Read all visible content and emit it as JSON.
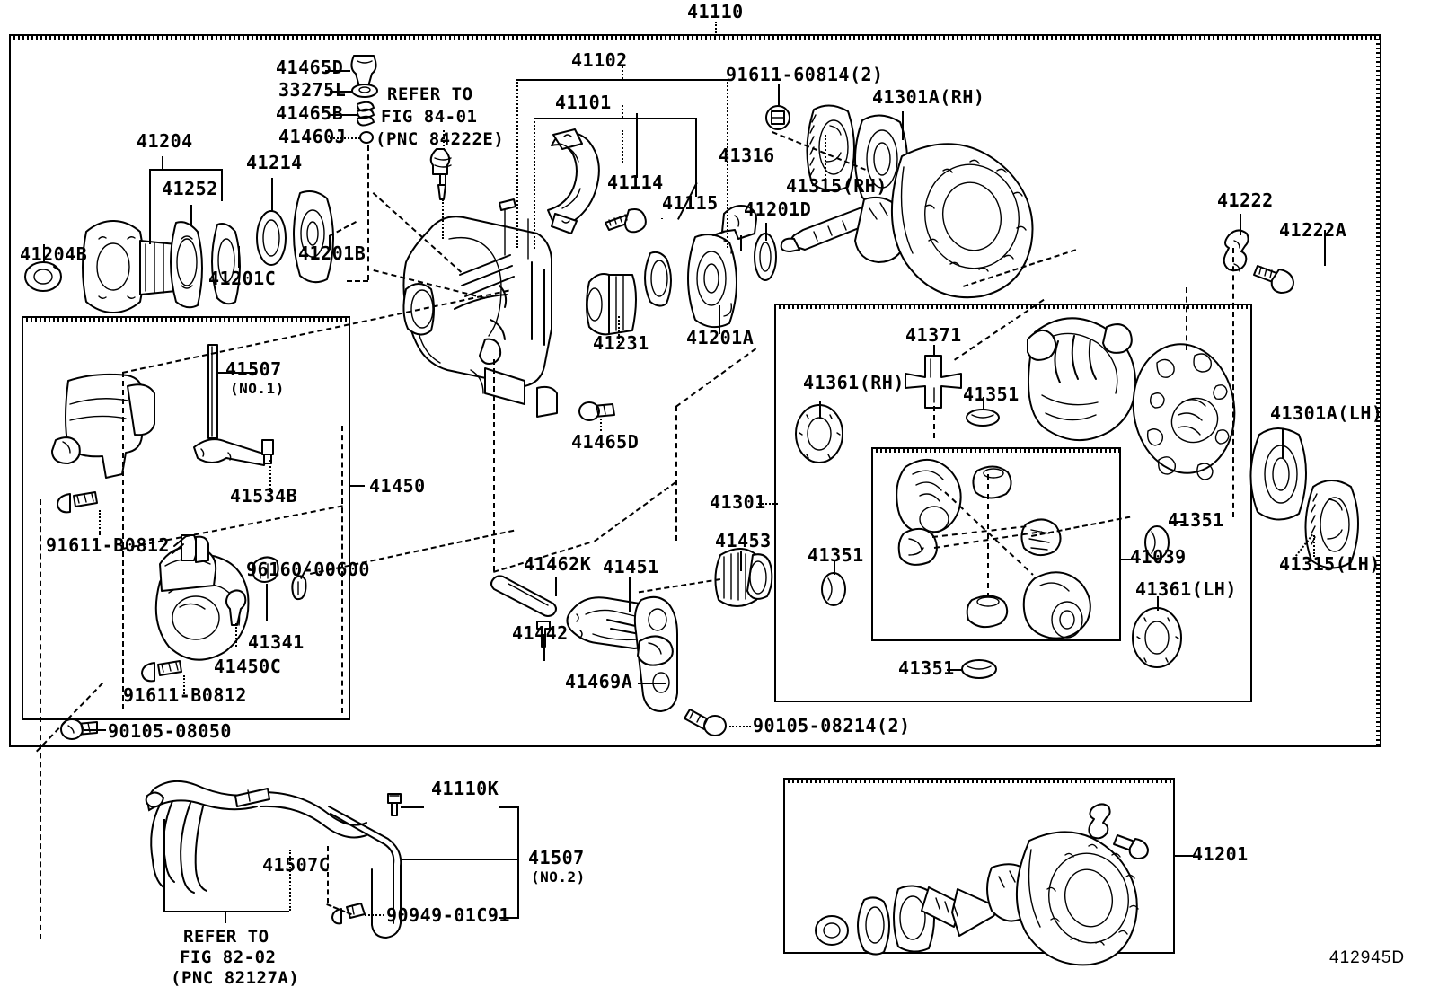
{
  "diagram": {
    "title": "41110",
    "drawing_code": "412945D",
    "type": "Toyota parts catalog exploded view — rear differential / axle housing"
  },
  "labels": {
    "top_assembly": "41110",
    "carrier_group": "41102",
    "bearing_cap": "41101",
    "cap_41114": "41114",
    "bolt_41115": "41115",
    "plug_41465D_top": "41465D",
    "breather_33275L": "33275L",
    "spring_41465B": "41465B",
    "oring_41460J": "41460J",
    "refer_84_line1": "REFER TO",
    "refer_84_line2": "FIG 84-01",
    "refer_84_line3": "(PNC 84222E)",
    "flange_group": "41204",
    "deflector_41252": "41252",
    "nut_41204B": "41204B",
    "seal_41201C": "41201C",
    "bearing_41214": "41214",
    "spacer_41201B": "41201B",
    "bushing_41231": "41231",
    "bearing_41201A": "41201A",
    "shim_41201D": "41201D",
    "bolt_91611_60814": "91611-60814(2)",
    "bracket_41316": "41316",
    "oilseal_41315RH": "41315(RH)",
    "bearing_41301A_RH": "41301A(RH)",
    "clip_41222": "41222",
    "bolt_41222A": "41222A",
    "case_41507_no1": "41507",
    "case_41507_no1_sub": "(NO.1)",
    "bracket_41534B": "41534B",
    "bolt_91611_B0812_upper": "91611-B0812",
    "bolt_91611_B0812_lower": "91611-B0812",
    "clip_96160_00600": "96160-00600",
    "nut_41341": "41341",
    "plug_41450C": "41450C",
    "actuator_41450": "41450",
    "bolt_90105_08050": "90105-08050",
    "plug_41465D_mid": "41465D",
    "pin_41462K": "41462K",
    "fork_41451": "41451",
    "pin_41442": "41442",
    "lever_41469A": "41469A",
    "sleeve_41453": "41453",
    "bolt_90105_08214": "90105-08214(2)",
    "diff_case_41301": "41301",
    "pinion_shaft_41371": "41371",
    "sidegear_41361_RH": "41361(RH)",
    "washer_41351_a": "41351",
    "washer_41351_b": "41351",
    "washer_41351_c": "41351",
    "washer_41351_d": "41351",
    "gearkit_41039": "41039",
    "sidegear_41361_LH": "41361(LH)",
    "bearing_41301A_LH": "41301A(LH)",
    "oilseal_41315_LH": "41315(LH)",
    "hose_41507C": "41507C",
    "refer_82_line1": "REFER TO",
    "refer_82_line2": "FIG 82-02",
    "refer_82_line3": "(PNC 82127A)",
    "tube_41110K": "41110K",
    "clamp_90949_01C91": "90949-01C91",
    "tube_41507_no2": "41507",
    "tube_41507_no2_sub": "(NO.2)",
    "ring_gear_41201": "41201"
  },
  "colors": {
    "ink": "#000000",
    "paper": "#ffffff"
  }
}
